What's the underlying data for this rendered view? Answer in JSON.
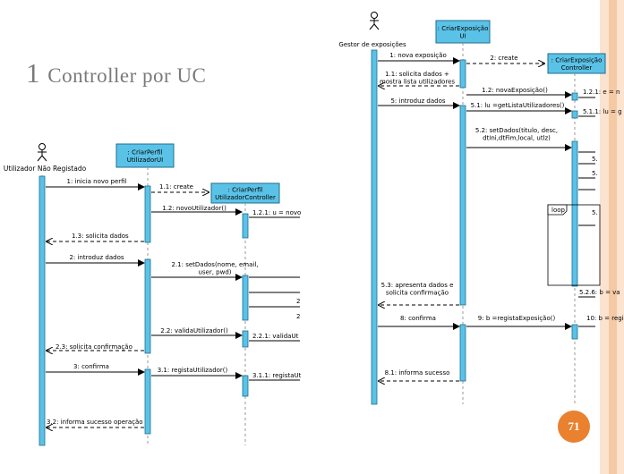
{
  "slide": {
    "title_prefix": "1",
    "title_rest": "Controller por UC",
    "page_number": "71",
    "accent_color": "#e9812f",
    "bar_color": "#f7d6b8"
  },
  "left_diagram": {
    "actor": "Utilizador Não Registado",
    "lifeline_ui": ": CriarPerfil\nUtilizadorUI",
    "lifeline_controller": ": CriarPerfil\nUtilizadorController",
    "messages": [
      "1: inicia novo perfil",
      "1.1: create",
      "1.2: novoUtilizador()",
      "1.2.1: u = novo",
      "1.3: solicita dados",
      "2: introduz dados",
      "2.1: setDados(nome, email,\nuser, pwd)",
      "2",
      "2",
      "2.2: validaUtilizador()",
      "2.2.1: validaUt",
      "2.3: solicita confirmação",
      "3: confirma",
      "3.1: registaUtilizador()",
      "3.1.1: registaUt",
      "3.2: informa sucesso operação"
    ]
  },
  "right_diagram": {
    "actor": "Gestor de exposições",
    "lifeline_ui": ": CriarExposição\nUI",
    "lifeline_controller": ": CriarExposição\nController",
    "loop_label": "loop",
    "messages": [
      "1: nova exposição",
      "2: create",
      "1.1: solicita dados +\nmostra lista utilizadores",
      "1.2: novaExposição()",
      "1.2.1: e = n",
      "5: introduz dados",
      "5.1: lu =getListaUtilizadores()",
      "5.1.1: lu = g",
      "5.2: setDados(titulo, desc,\ndtIni,dtFim,local, utlz)",
      "5.",
      "5.",
      "5.",
      "5.3: apresenta dados e\nsolicita confirmação",
      "5.2.6: b = va",
      "8: confirma",
      "9: b =registaExposição()",
      "10: b = regi",
      "8.1: informa sucesso"
    ]
  }
}
